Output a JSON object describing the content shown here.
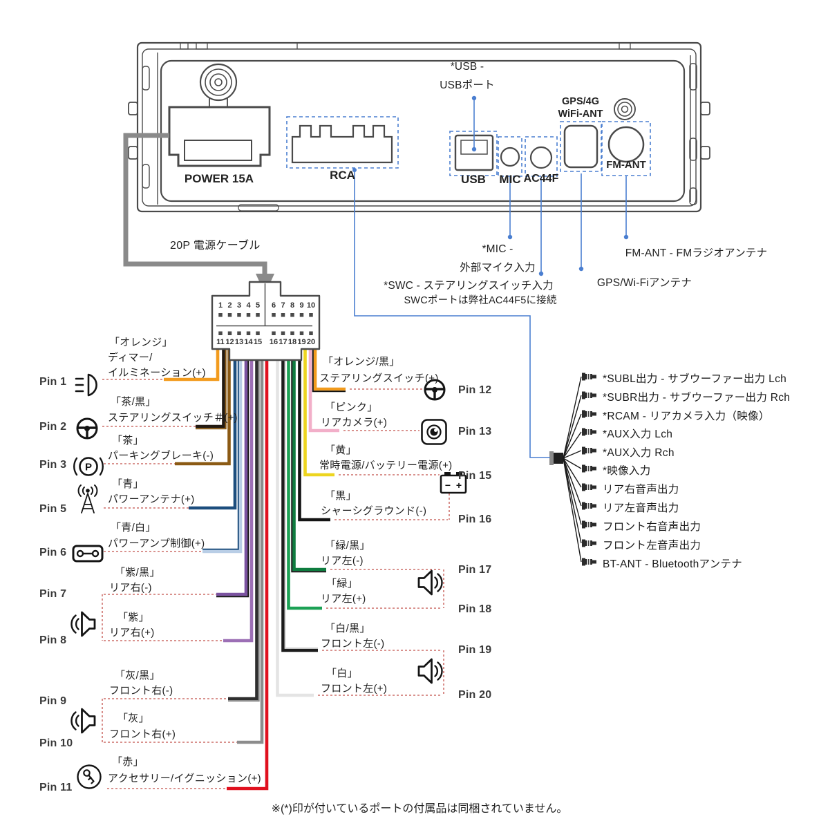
{
  "device": {
    "power": "POWER 15A",
    "rca": "RCA",
    "usb": "USB",
    "mic": "MIC",
    "ac44f": "AC44F",
    "gps1": "GPS/4G",
    "gps2": "WiFi-ANT",
    "fm": "FM-ANT"
  },
  "ann": {
    "usb1": "*USB -",
    "usb2": "USBポート",
    "mic1": "*MIC -",
    "mic2": "外部マイク入力",
    "swc1": "*SWC - ステアリングスイッチ入力",
    "swc2": "SWCポートは弊社AC44F5に接続",
    "gps": "GPS/Wi-Fiアンテナ",
    "fm": "FM-ANT - FMラジオアンテナ",
    "cable": "20P 電源ケーブル"
  },
  "connector": {
    "top": [
      "1",
      "2",
      "3",
      "4",
      "5",
      "6",
      "7",
      "8",
      "9",
      "10"
    ],
    "bottom": [
      "11",
      "12",
      "13",
      "14",
      "15",
      "16",
      "17",
      "18",
      "19",
      "20"
    ]
  },
  "left_pins": [
    {
      "pin": "Pin 1",
      "color_name": "「オレンジ」",
      "lines": [
        "ディマー/",
        "イルミネーション(+)"
      ],
      "icon": "headlight-icon",
      "wire_color": "#F29B1D",
      "stripe_color": null
    },
    {
      "pin": "Pin 2",
      "color_name": "「茶/黒」",
      "lines": [
        "ステアリングスイッチ＃(+)"
      ],
      "icon": "steering-wheel-icon",
      "wire_color": "#221A12",
      "stripe_color": "#8B5A14"
    },
    {
      "pin": "Pin 3",
      "color_name": "「茶」",
      "lines": [
        "パーキングブレーキ(-)"
      ],
      "icon": "parking-brake-icon",
      "wire_color": "#8B5A14",
      "stripe_color": null
    },
    {
      "pin": "Pin 5",
      "color_name": "「青」",
      "lines": [
        "パワーアンテナ(+)"
      ],
      "icon": "antenna-icon",
      "wire_color": "#1D4E7E",
      "stripe_color": null
    },
    {
      "pin": "Pin 6",
      "color_name": "「青/白」",
      "lines": [
        "パワーアンプ制御(+)"
      ],
      "icon": "amplifier-icon",
      "wire_color": "#B9CEE6",
      "stripe_color": "#1D4E7E"
    },
    {
      "pin": "Pin 7",
      "color_name": "「紫/黒」",
      "lines": [
        "リア右(-)"
      ],
      "icon": "speaker-icon",
      "wire_color": "#7B53A1",
      "stripe_color": "#141414"
    },
    {
      "pin": "Pin 8",
      "color_name": "「紫」",
      "lines": [
        "リア右(+)"
      ],
      "icon": "speaker-icon",
      "wire_color": "#9C6FB5",
      "stripe_color": null
    },
    {
      "pin": "Pin 9",
      "color_name": "「灰/黒」",
      "lines": [
        "フロント右(-)"
      ],
      "icon": "speaker-icon",
      "wire_color": "#2E2E2E",
      "stripe_color": "#8C8C8C"
    },
    {
      "pin": "Pin 10",
      "color_name": "「灰」",
      "lines": [
        "フロント右(+)"
      ],
      "icon": "speaker-icon",
      "wire_color": "#8C8C8C",
      "stripe_color": null
    },
    {
      "pin": "Pin 11",
      "color_name": "「赤」",
      "lines": [
        "アクセサリー/イグニッション(+)"
      ],
      "icon": "ignition-key-icon",
      "wire_color": "#E0101E",
      "stripe_color": null
    }
  ],
  "right_pins": [
    {
      "pin": "Pin 12",
      "color_name": "「オレンジ/黒」",
      "lines": [
        "ステアリングスイッチ(+)"
      ],
      "icon": "steering-wheel-icon",
      "wire_color": "#F29B1D",
      "stripe_color": "#141414"
    },
    {
      "pin": "Pin 13",
      "color_name": "「ピンク」",
      "lines": [
        "リアカメラ(+)"
      ],
      "icon": "rear-camera-icon",
      "wire_color": "#F2AFC9",
      "stripe_color": null
    },
    {
      "pin": "Pin 15",
      "color_name": "「黄」",
      "lines": [
        "常時電源/バッテリー電源(+)"
      ],
      "icon": "battery-icon",
      "wire_color": "#EDD51F",
      "stripe_color": null
    },
    {
      "pin": "Pin 16",
      "color_name": "「黒」",
      "lines": [
        "シャーシグラウンド(-)"
      ],
      "icon": null,
      "wire_color": "#141414",
      "stripe_color": null
    },
    {
      "pin": "Pin 17",
      "color_name": "「緑/黒」",
      "lines": [
        "リア左(-)"
      ],
      "icon": "speaker-icon",
      "wire_color": "#0E7C3F",
      "stripe_color": "#141414"
    },
    {
      "pin": "Pin 18",
      "color_name": "「緑」",
      "lines": [
        "リア左(+)"
      ],
      "icon": "speaker-icon",
      "wire_color": "#1CA155",
      "stripe_color": null
    },
    {
      "pin": "Pin 19",
      "color_name": "「白/黒」",
      "lines": [
        "フロント左(-)"
      ],
      "icon": "speaker-icon",
      "wire_color": "#1C1C1C",
      "stripe_color": "#D8D8D8"
    },
    {
      "pin": "Pin 20",
      "color_name": "「白」",
      "lines": [
        "フロント左(+)"
      ],
      "icon": "speaker-icon",
      "wire_color": "#E4E4E4",
      "stripe_color": null
    }
  ],
  "rca_outputs": [
    "*SUBL出力 - サブウーファー出力 Lch",
    "*SUBR出力 - サブウーファー出力 Rch",
    "*RCAM - リアカメラ入力（映像）",
    "*AUX入力 Lch",
    "*AUX入力 Rch",
    "*映像入力",
    "リア右音声出力",
    "リア左音声出力",
    "フロント右音声出力",
    "フロント左音声出力",
    "BT-ANT - Bluetoothアンテナ"
  ],
  "note": "※(*)印が付いているポートの付属品は同梱されていません。",
  "colors": {
    "outline": "#4A4A4A",
    "annotation_blue": "#4A7ED0",
    "dashed_red": "#C2504A",
    "cable_gray": "#8A8A8A"
  }
}
